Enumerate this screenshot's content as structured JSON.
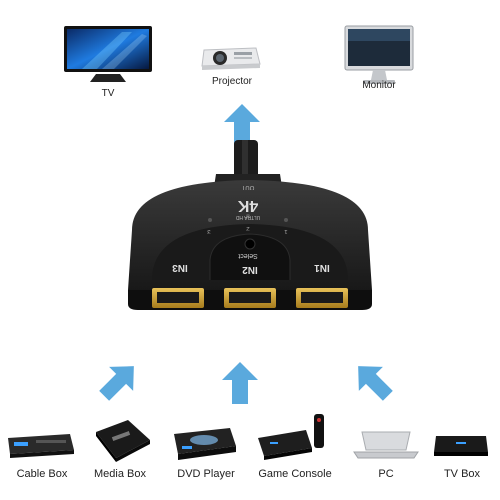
{
  "outputs": {
    "tv": "TV",
    "projector": "Projector",
    "monitor": "Monitor"
  },
  "switch": {
    "brand_main": "4K",
    "brand_sub": "ULTRA HD",
    "out": "OUT",
    "select": "Select",
    "led_1": "1",
    "led_2": "2",
    "led_3": "3",
    "in1": "IN1",
    "in2": "IN2",
    "in3": "IN3"
  },
  "inputs": {
    "cable_box": "Cable Box",
    "media_box": "Media  Box",
    "dvd_player": "DVD Player",
    "game_console": "Game Console",
    "pc": "PC",
    "tv_box": "TV Box"
  },
  "colors": {
    "arrow": "#5aa9dd",
    "device_body": "#1a1a1a",
    "hdmi_gold": "#c9a032"
  }
}
